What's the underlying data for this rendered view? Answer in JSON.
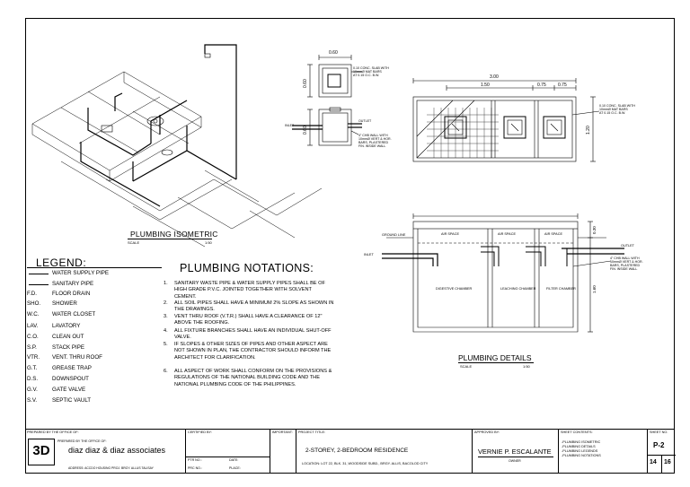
{
  "drawings": {
    "isometric": {
      "title": "PLUMBING ISOMETRIC",
      "scale_label": "SCALE",
      "scale_value": "1:50"
    },
    "details": {
      "title": "PLUMBING DETAILS",
      "scale_label": "SCALE",
      "scale_value": "1:50"
    }
  },
  "detail_annotations": {
    "dim_060_top": "0.60",
    "dim_060_side": "0.60",
    "dim_060_b": "0.60",
    "slab_note_small": [
      "0.10 CONC. SLAB WITH",
      "10mmØ MAT BARS",
      "AT 0.15 O.C. B.W."
    ],
    "inlet_small": "INLET",
    "outlet_small": "OUTLET",
    "chb_note_small": [
      "4\" CHB WALL WITH",
      "10mmØ VERT & HOR.",
      "BARS, PLASTERED",
      "FIN. INSIDE WALL"
    ],
    "dim_300": "3.00",
    "dim_150": "1.50",
    "dim_075a": "0.75",
    "dim_075b": "0.75",
    "dim_120": "1.20",
    "slab_note_vault": [
      "0.10 CONC. SLAB WITH",
      "10mmØ MAT BARS",
      "AT 0.15 O.C. B.W."
    ],
    "air_space": "AIR SPACE",
    "ground_line": "GROUND LINE",
    "inlet": "INLET",
    "outlet": "OUTLET",
    "dim_030": "0.30",
    "dim_160": "1.60",
    "chambers": [
      "DIGESTIVE CHAMBER",
      "LEACHING CHAMBER",
      "FILTER CHAMBER"
    ],
    "chb_note_vault": [
      "4\" CHB WALL WITH",
      "10mmØ VERT & HOR.",
      "BARS, PLASTERED",
      "FIN. INSIDE WALL"
    ]
  },
  "legend": {
    "title": "LEGEND:",
    "items": [
      {
        "abbr": "",
        "desc": "WATER SUPPLY PIPE",
        "line": true
      },
      {
        "abbr": "",
        "desc": "SANITARY PIPE",
        "line": true
      },
      {
        "abbr": "F.D.",
        "desc": "FLOOR DRAIN"
      },
      {
        "abbr": "SHO.",
        "desc": "SHOWER"
      },
      {
        "abbr": "W.C.",
        "desc": "WATER CLOSET"
      },
      {
        "abbr": "LAV.",
        "desc": "LAVATORY"
      },
      {
        "abbr": "C.O.",
        "desc": "CLEAN OUT"
      },
      {
        "abbr": "S.P.",
        "desc": "STACK PIPE"
      },
      {
        "abbr": "VTR.",
        "desc": "VENT. THRU ROOF"
      },
      {
        "abbr": "G.T.",
        "desc": "GREASE TRAP"
      },
      {
        "abbr": "D.S.",
        "desc": "DOWNSPOUT"
      },
      {
        "abbr": "G.V.",
        "desc": "GATE VALVE"
      },
      {
        "abbr": "S.V.",
        "desc": "SEPTIC VAULT"
      }
    ]
  },
  "notations": {
    "title": "PLUMBING NOTATIONS:",
    "items": [
      {
        "num": "1.",
        "text": "SANITARY WASTE PIPE & WATER SUPPLY PIPES SHALL BE OF HIGH GRADE P.V.C. JOINTED TOGETHER WITH SOLVENT CEMENT."
      },
      {
        "num": "2.",
        "text": "ALL SOIL PIPES SHALL HAVE A MINIMUM 2% SLOPE AS SHOWN IN THE DRAWINGS."
      },
      {
        "num": "3.",
        "text": "VENT THRU ROOF (V.T.R.) SHALL HAVE A CLEARANCE OF 12\" ABOVE THE ROOFING."
      },
      {
        "num": "4.",
        "text": "ALL FIXTURE BRANCHES SHALL HAVE AN INDIVIDUAL SHUT-OFF VALVE."
      },
      {
        "num": "5.",
        "text": "IF SLOPES & OTHER SIZES OF PIPES AND OTHER ASPECT ARE NOT SHOWN IN PLAN, THE CONTRACTOR SHOULD INFORM THE ARCHITECT FOR CLARIFICATION."
      },
      {
        "num": "6.",
        "text": "ALL ASPECT OF WORK SHALL CONFORM ON THE PROVISIONS & REGULATIONS OF THE NATIONAL BUILDING CODE AND THE NATIONAL PLUMBING CODE OF THE PHILIPPINES."
      }
    ]
  },
  "title_block": {
    "prepared_by_label": "PREPARED BY THE OFFICE OF:",
    "prepared_by_inner": "PREPARED BY THE OFFICE OF:",
    "firm_name": "diaz diaz & diaz associates",
    "firm_address": "ADDRESS: ACCDO HOUSING PROJ. BRGY. ALLUS  TALISAY",
    "logo_text": "3D",
    "certified_by_label": "CERTIFIED BY:",
    "ptr_label": "PTR NO.:",
    "date_label": "DATE:",
    "prc_label": "PRC NO.:",
    "place_label": "PLACE:",
    "important_label": "IMPORTANT:",
    "project_title_label": "PROJECT TITLE:",
    "project_title": "2-STOREY, 2-BEDROOM RESIDENCE",
    "location": "LOCATION: LOT 22, BLK. 31, WOODSIDE SUBD., BRGY. ALLIS, BACOLOD CITY",
    "approved_by_label": "APPROVED BY:",
    "owner_name": "VERNIE P. ESCALANTE",
    "owner_label": "OWNER",
    "sheet_contents_label": "SHEET CONTENTS:",
    "sheet_contents": [
      "-PLUMBING ISOMETRIC",
      "-PLUMBING DETAILS",
      "-PLUMBING LEGENDS",
      "-PLUMBING NOTATIONS"
    ],
    "sheet_no_label": "SHEET NO.",
    "sheet_no": "P-2",
    "sheet_index": "14",
    "sheet_total": "16"
  }
}
